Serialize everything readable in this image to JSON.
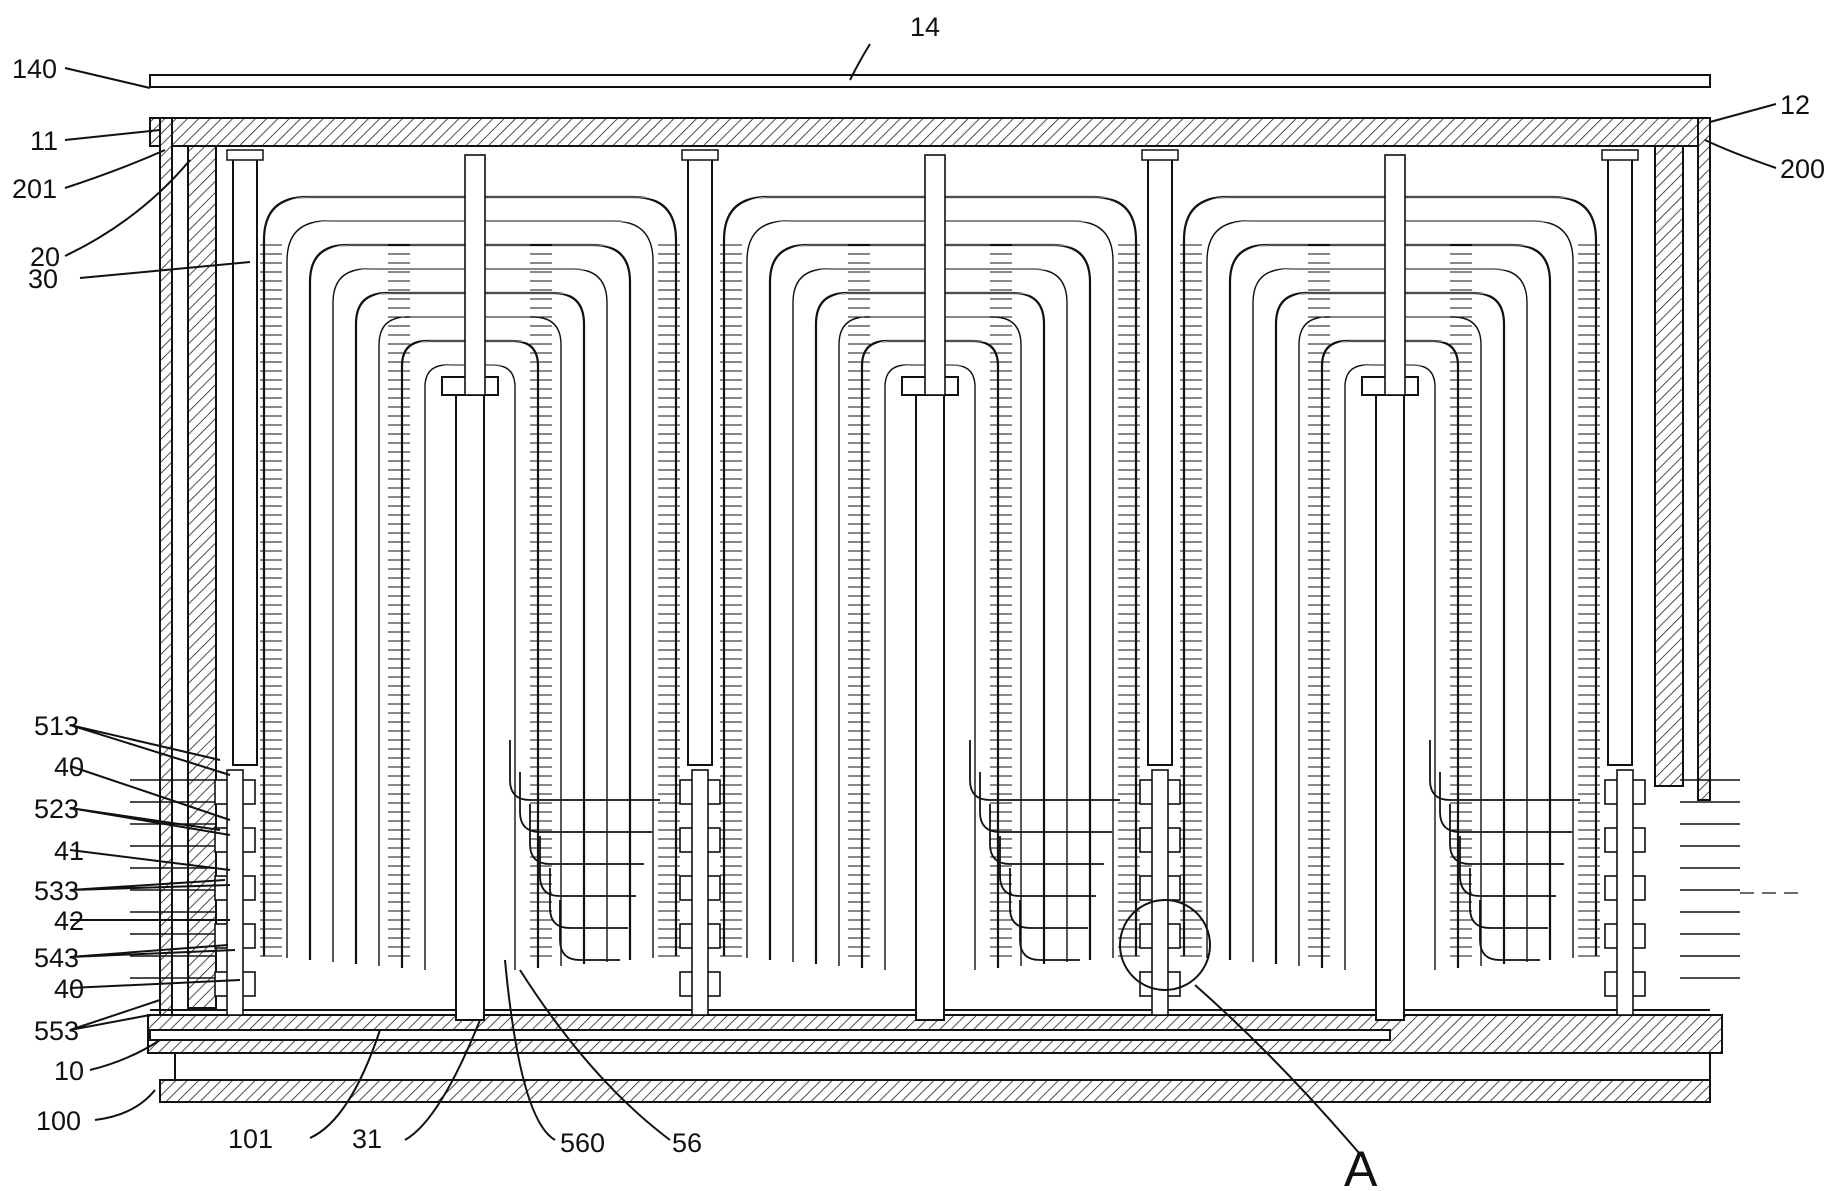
{
  "figure": {
    "labels": {
      "l14": "14",
      "l140": "140",
      "l11": "11",
      "l201": "201",
      "l20": "20",
      "l30": "30",
      "l12": "12",
      "l200": "200",
      "l513": "513",
      "l40a": "40",
      "l523": "523",
      "l41": "41",
      "l533": "533",
      "l42": "42",
      "l543": "543",
      "l40b": "40",
      "l553": "553",
      "l10": "10",
      "l100": "100",
      "l101": "101",
      "l31": "31",
      "l560": "560",
      "l56": "56",
      "lA": "A"
    },
    "colors": {
      "line": "#111111",
      "background": "#ffffff"
    }
  }
}
